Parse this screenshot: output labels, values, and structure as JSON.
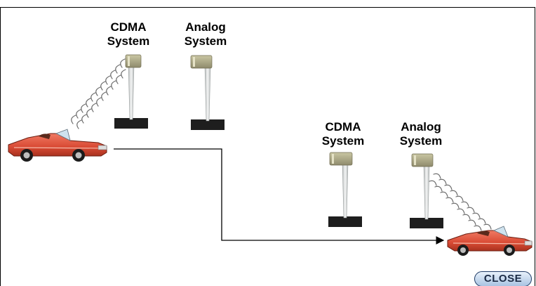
{
  "labels": {
    "cdma_line1": "CDMA",
    "cdma_line2": "System",
    "analog_line1": "Analog",
    "analog_line2": "System"
  },
  "close_button": {
    "label": "CLOSE"
  },
  "colors": {
    "car_body": "#e0533d",
    "tower_mast": "#d9dcdc",
    "antenna": "#a9a583",
    "base": "#1e1e1e",
    "path_line": "#000000",
    "close_fill": "#b9d0ec"
  }
}
